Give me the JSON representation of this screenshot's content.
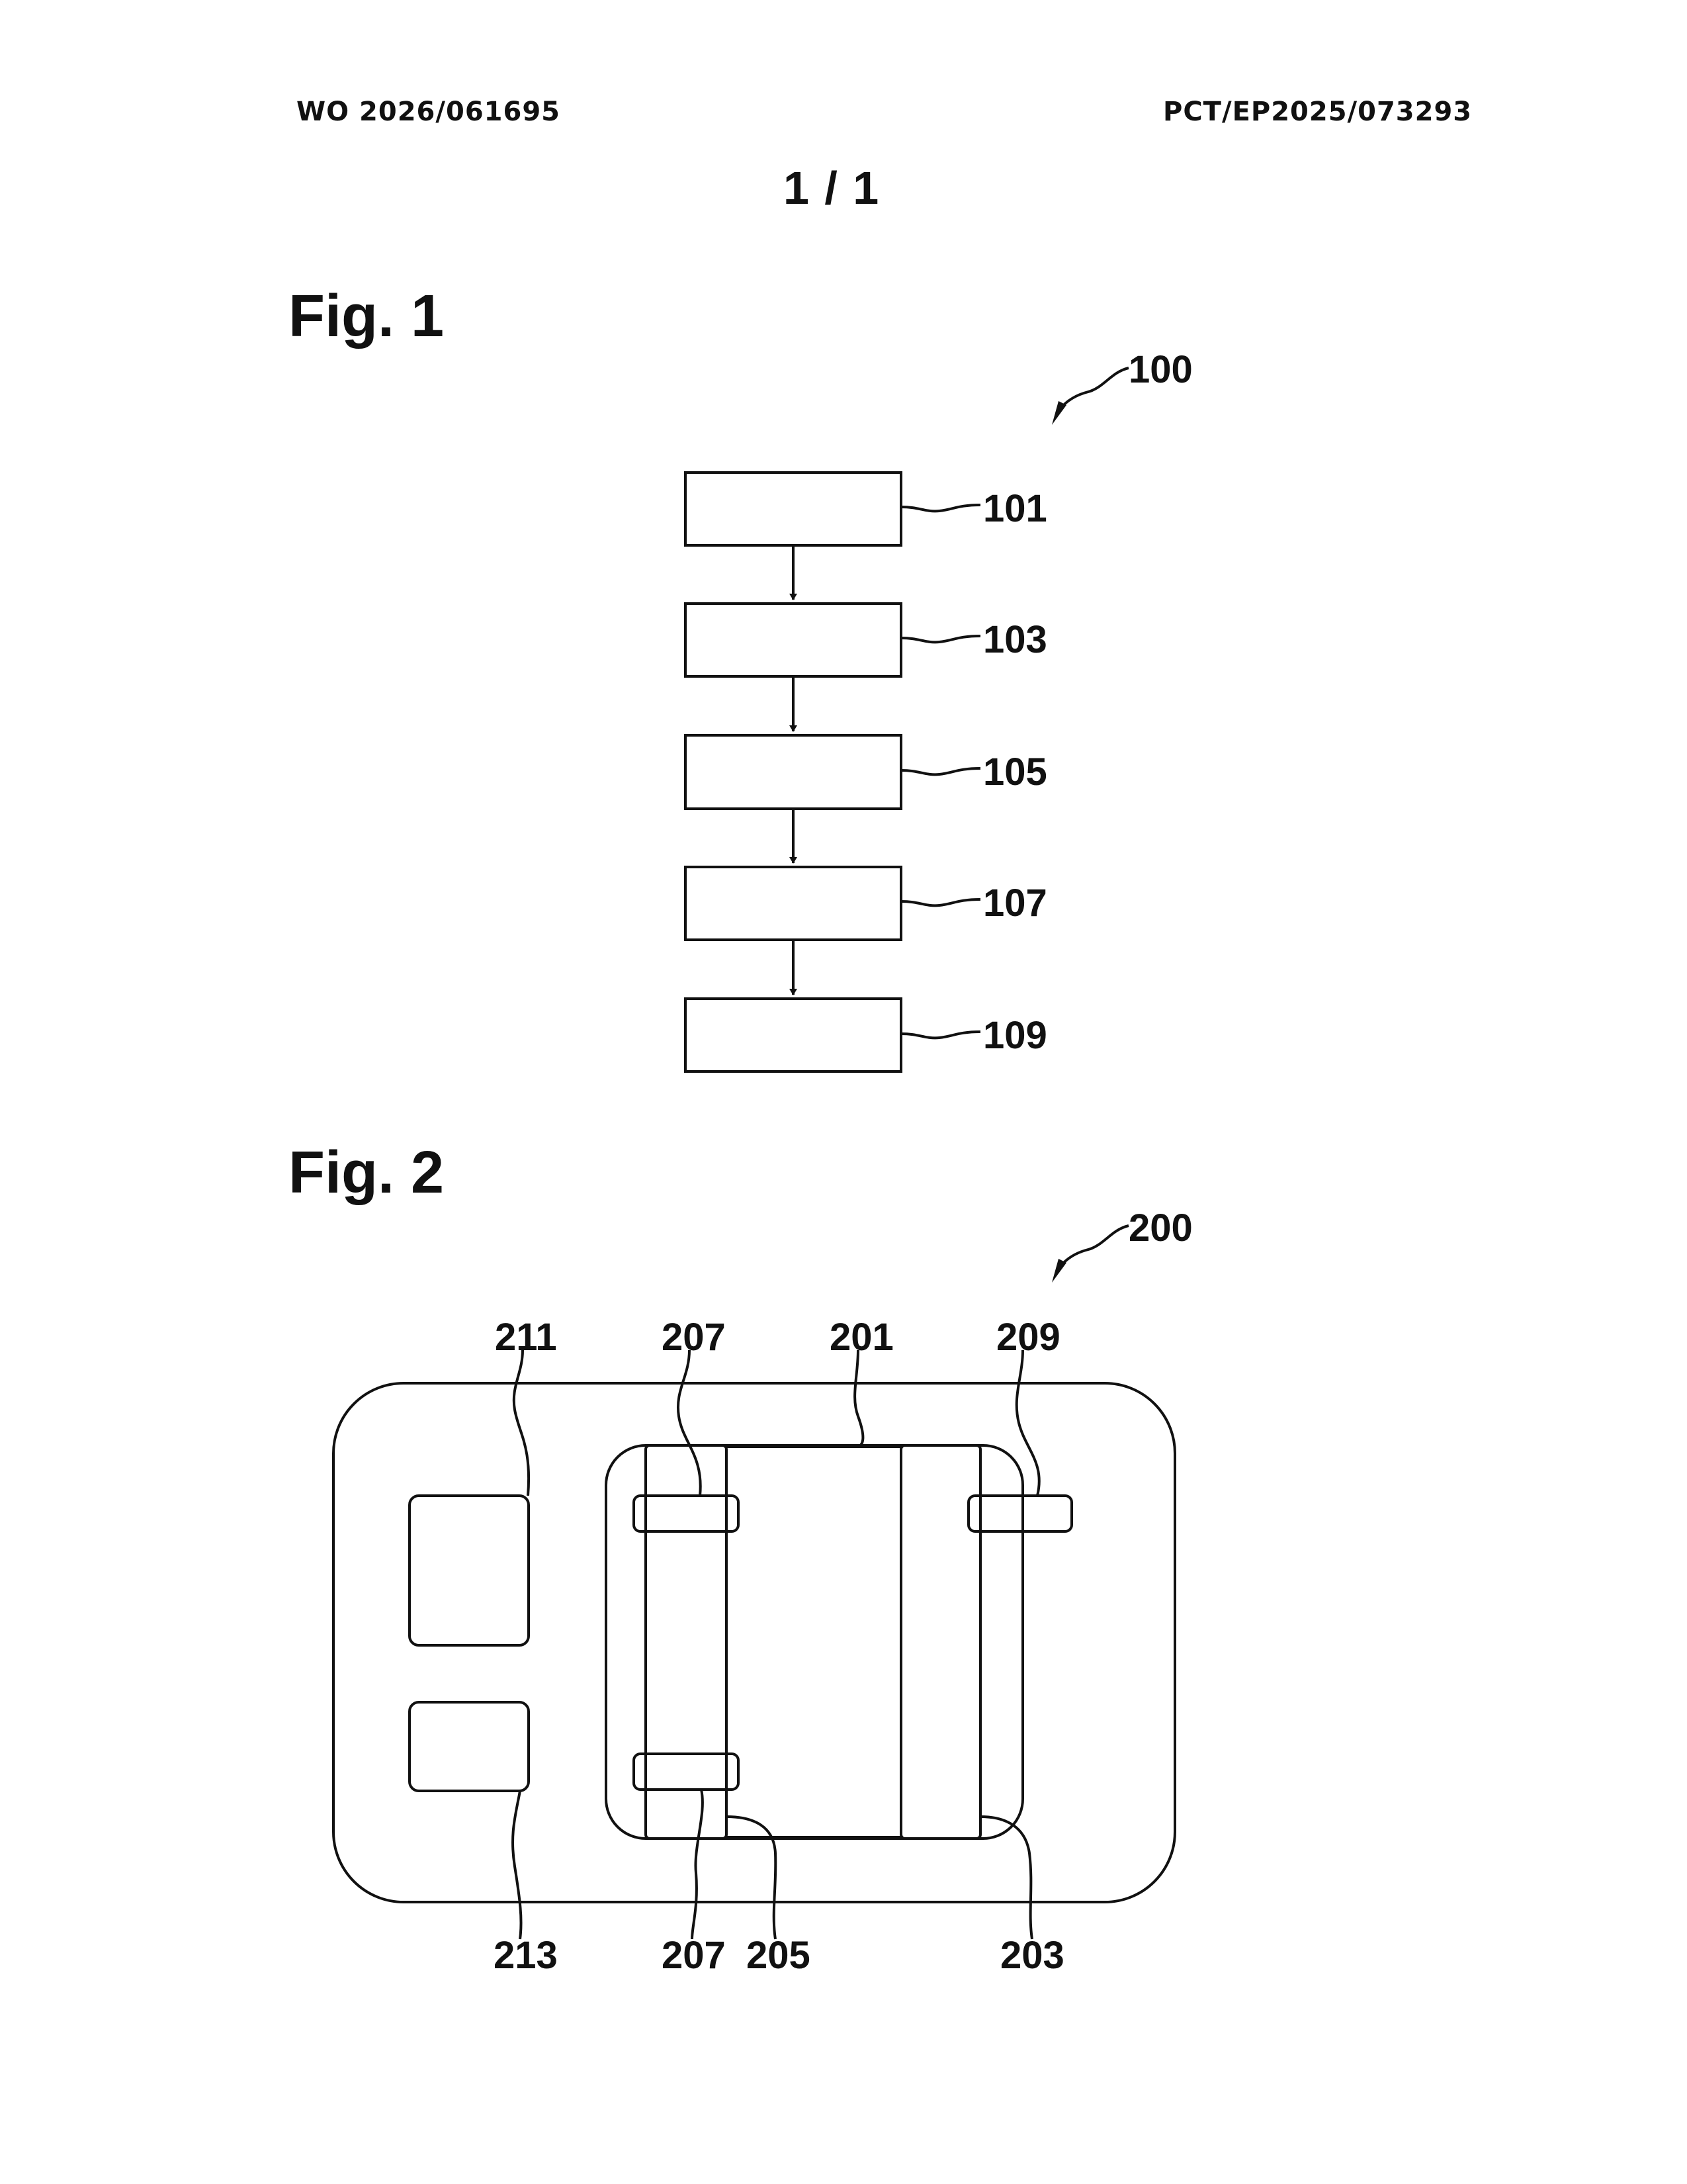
{
  "header": {
    "publication_number": "WO 2026/061695",
    "application_number": "PCT/EP2025/073293",
    "sheet": "1 / 1"
  },
  "fig1": {
    "title": "Fig. 1",
    "ref_overall": "100",
    "steps": [
      "101",
      "103",
      "105",
      "107",
      "109"
    ]
  },
  "fig2": {
    "title": "Fig. 2",
    "ref_overall": "200",
    "labels_top": [
      "211",
      "207",
      "201",
      "209"
    ],
    "labels_bottom": [
      "213",
      "207",
      "205",
      "203"
    ]
  }
}
